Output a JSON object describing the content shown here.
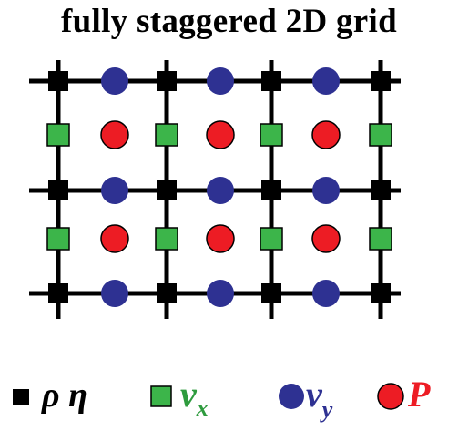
{
  "title": "fully staggered 2D grid",
  "colors": {
    "grid_line": "#000000",
    "rho_eta_marker": "#000000",
    "vx_marker": "#3cb54a",
    "vx_text": "#2e9b3e",
    "vy_marker": "#2e3192",
    "vy_text": "#2e3192",
    "p_marker": "#ed1c24",
    "p_text": "#ed1c24",
    "legend_text": "#000000"
  },
  "legend": [
    {
      "id": "rho-eta",
      "symbol": "filled-square",
      "text": "ρ η",
      "subscript": ""
    },
    {
      "id": "vx",
      "symbol": "green-square",
      "text": "v",
      "subscript": "x"
    },
    {
      "id": "vy",
      "symbol": "blue-circle",
      "text": "v",
      "subscript": "y"
    },
    {
      "id": "p",
      "symbol": "red-circle",
      "text": "P",
      "subscript": ""
    }
  ]
}
